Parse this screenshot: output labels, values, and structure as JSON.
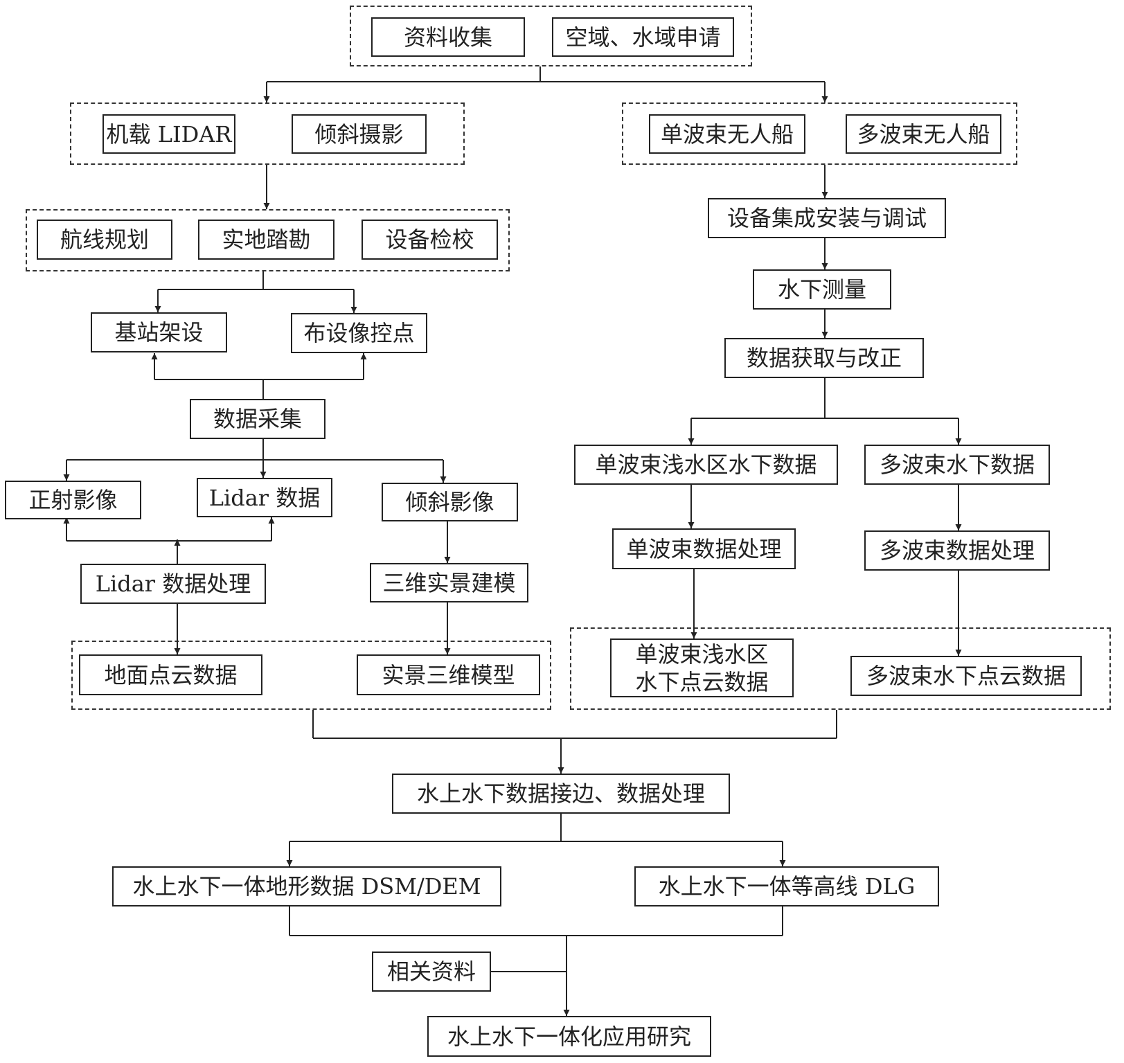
{
  "nodes": {
    "data_collection": "资料收集",
    "airspace_application": "空域、水域申请",
    "airborne_lidar": "机载 LIDAR",
    "oblique_photo": "倾斜摄影",
    "single_beam_usv": "单波束无人船",
    "multi_beam_usv": "多波束无人船",
    "route_planning": "航线规划",
    "field_survey": "实地踏勘",
    "device_calibration": "设备检校",
    "device_integration": "设备集成安装与调试",
    "base_station": "基站架设",
    "control_points": "布设像控点",
    "underwater_survey": "水下测量",
    "data_acquisition": "数据采集",
    "data_correction": "数据获取与改正",
    "ortho_image": "正射影像",
    "lidar_data": "Lidar 数据",
    "oblique_image": "倾斜影像",
    "single_beam_shallow": "单波束浅水区水下数据",
    "multi_beam_data": "多波束水下数据",
    "lidar_processing": "Lidar 数据处理",
    "reality_modeling": "三维实景建模",
    "single_beam_processing": "单波束数据处理",
    "multi_beam_processing": "多波束数据处理",
    "ground_point_cloud": "地面点云数据",
    "real_3d_model": "实景三维模型",
    "single_beam_pc_line1": "单波束浅水区",
    "single_beam_pc_line2": "水下点云数据",
    "multi_beam_pc": "多波束水下点云数据",
    "merge_processing": "水上水下数据接边、数据处理",
    "terrain_dsm_dem": "水上水下一体地形数据 DSM/DEM",
    "contour_dlg": "水上水下一体等高线 DLG",
    "related_materials": "相关资料",
    "application_research": "水上水下一体化应用研究"
  }
}
